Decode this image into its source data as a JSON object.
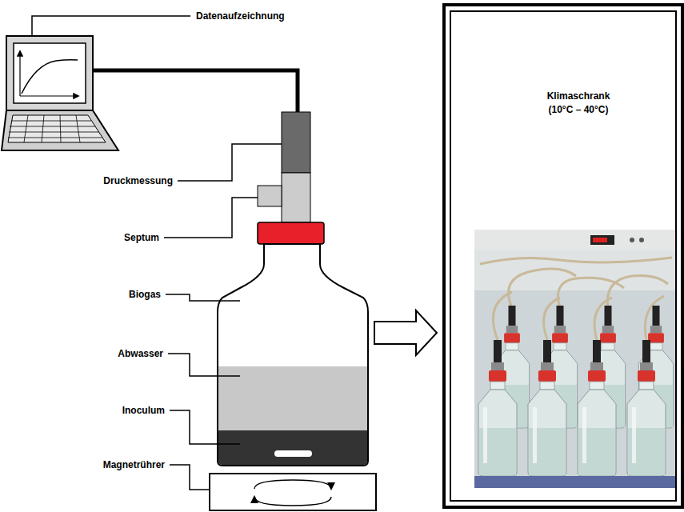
{
  "diagram": {
    "nodes": [
      {
        "text": [
          "Klimaschrank (10°C – 40°C)"
        ]
      }
    ],
    "labels": [
      "Datenaufzeichnung",
      "Druckmessung",
      "Septum",
      "Biogas",
      "Abwasser",
      "Inoculum",
      "Magnetrührer"
    ]
  }
}
